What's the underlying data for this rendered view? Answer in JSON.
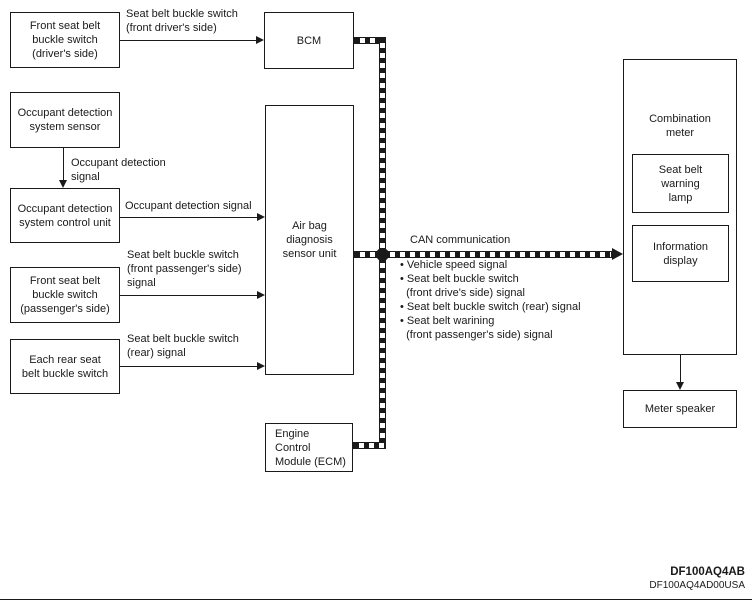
{
  "boxes": {
    "front_driver_buckle": "Front seat belt\nbuckle switch\n(driver's side)",
    "bcm": "BCM",
    "occupant_sensor": "Occupant detection\nsystem sensor",
    "occupant_control": "Occupant detection\nsystem control unit",
    "front_passenger_buckle": "Front seat belt\nbuckle switch\n(passenger's side)",
    "rear_buckle": "Each rear seat\nbelt buckle switch",
    "airbag_unit": "Air bag\ndiagnosis\nsensor unit",
    "ecm": "Engine\nControl\nModule (ECM)",
    "combination_meter": "Combination\nmeter",
    "seat_belt_warning_lamp": "Seat belt\nwarning\nlamp",
    "information_display": "Information\ndisplay",
    "meter_speaker": "Meter speaker"
  },
  "labels": {
    "driver_signal": "Seat belt buckle switch\n(front driver's side)",
    "occupant_signal_vertical": "Occupant detection\nsignal",
    "occupant_signal_horizontal": "Occupant detection signal",
    "passenger_signal": "Seat belt buckle switch\n(front passenger's side)\nsignal",
    "rear_signal": "Seat belt buckle switch\n(rear) signal",
    "can_communication": "CAN communication",
    "can_signals": "• Vehicle speed signal\n• Seat belt buckle switch\n  (front drive's side) signal\n• Seat belt buckle switch (rear) signal\n• Seat belt warining\n  (front passenger's side) signal"
  },
  "footer": {
    "figure_id_bold": "DF100AQ4AB",
    "figure_id_small": "DF100AQ4AD00USA"
  },
  "colors": {
    "line": "#1a1a1a",
    "background": "#ffffff"
  }
}
